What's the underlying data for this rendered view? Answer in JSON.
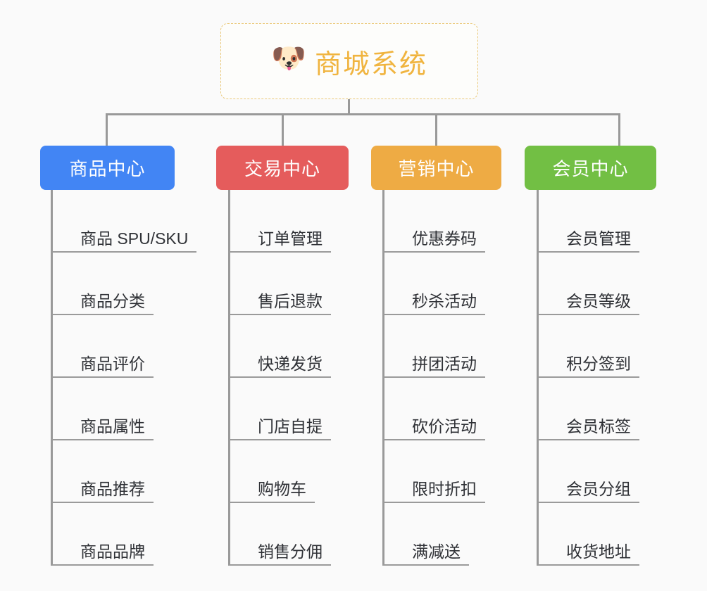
{
  "diagram": {
    "type": "org-chart",
    "background_color": "#fafafa",
    "connector_color": "#999999",
    "root": {
      "icon": "shiba-dog-face-icon",
      "icon_glyph": "🐶",
      "title": "商城系统",
      "text_color": "#f0b43f",
      "border_color": "#eac877",
      "border_style": "dashed"
    },
    "columns": [
      {
        "label": "商品中心",
        "color": "#4285f4",
        "items": [
          "商品 SPU/SKU",
          "商品分类",
          "商品评价",
          "商品属性",
          "商品推荐",
          "商品品牌"
        ]
      },
      {
        "label": "交易中心",
        "color": "#e55c5c",
        "items": [
          "订单管理",
          "售后退款",
          "快递发货",
          "门店自提",
          "购物车",
          "销售分佣"
        ]
      },
      {
        "label": "营销中心",
        "color": "#eeab44",
        "items": [
          "优惠券码",
          "秒杀活动",
          "拼团活动",
          "砍价活动",
          "限时折扣",
          "满减送"
        ]
      },
      {
        "label": "会员中心",
        "color": "#72bf44",
        "items": [
          "会员管理",
          "会员等级",
          "积分签到",
          "会员标签",
          "会员分组",
          "收货地址"
        ]
      }
    ]
  }
}
